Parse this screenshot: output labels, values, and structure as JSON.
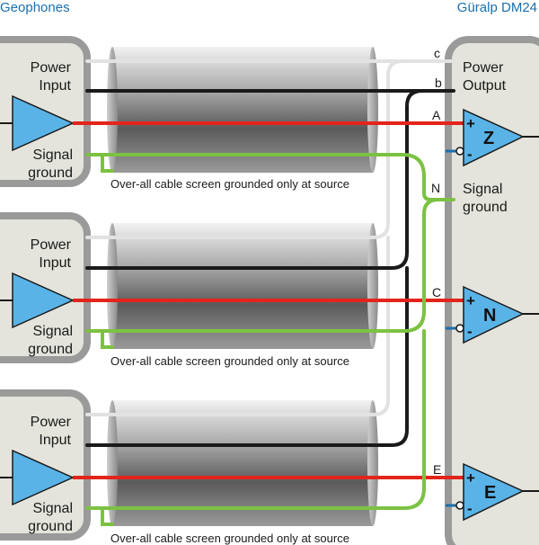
{
  "header": {
    "left_title": "Geophones",
    "right_title": "Güralp DM24"
  },
  "geophone_boxes": [
    {
      "power_label_1": "Power",
      "power_label_2": "Input",
      "ground_label_1": "Signal",
      "ground_label_2": "ground",
      "caption": "Over-all cable screen grounded only at source"
    },
    {
      "power_label_1": "Power",
      "power_label_2": "Input",
      "ground_label_1": "Signal",
      "ground_label_2": "ground",
      "caption": "Over-all cable screen grounded only at source"
    },
    {
      "power_label_1": "Power",
      "power_label_2": "Input",
      "ground_label_1": "Signal",
      "ground_label_2": "ground",
      "caption": "Over-all cable screen grounded only at source"
    }
  ],
  "digitizer": {
    "power_label_1": "Power",
    "power_label_2": "Output",
    "ground_label_1": "Signal",
    "ground_label_2": "ground",
    "channels": [
      {
        "name": "Z",
        "plus": "+",
        "minus": "-"
      },
      {
        "name": "N",
        "plus": "+",
        "minus": "-"
      },
      {
        "name": "E",
        "plus": "+",
        "minus": "-"
      }
    ]
  },
  "wire_labels": {
    "c": "c",
    "b": "b",
    "a": "A",
    "n": "N",
    "c_upper": "C",
    "e": "E"
  },
  "colors": {
    "box_fill": "#e4e4dc",
    "box_border": "#9a9a9a",
    "amp_fill": "#5ab3e6",
    "red_wire": "#e3241b",
    "black_wire": "#1a1a1a",
    "green_wire": "#7cc242",
    "white_wire": "#e2e2e2",
    "header_text": "#1a6fae"
  }
}
